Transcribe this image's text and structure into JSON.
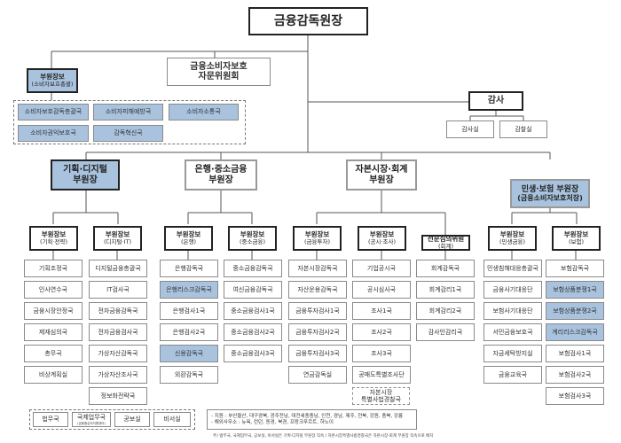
{
  "governor": "금융감독원장",
  "advisory": [
    "금융소비자보호",
    "자문위원회"
  ],
  "consumer_protection": {
    "head": [
      "부원장보",
      "(소비자보호총괄)"
    ],
    "depts": [
      "소비자보호감독총괄국",
      "소비자피해예방국",
      "소비자소통국",
      "소비자권익보호국",
      "감독혁신국"
    ]
  },
  "auditor": {
    "title": "감사",
    "units": [
      "감사실",
      "감찰실"
    ]
  },
  "vice_governors": [
    {
      "label": [
        "기획·디지털",
        "부원장"
      ]
    },
    {
      "label": [
        "은행·중소금융",
        "부원장"
      ]
    },
    {
      "label": [
        "자본시장·회계",
        "부원장"
      ]
    },
    {
      "label": [
        "민생·보험 부원장",
        "(금융소비자보호처장)"
      ]
    }
  ],
  "deputies": [
    {
      "title": "부원장보",
      "sub": "(기획·전략)",
      "depts": [
        "기획조정국",
        "인사연수국",
        "금융시장안정국",
        "제재심의국",
        "총무국",
        "비상계획실"
      ]
    },
    {
      "title": "부원장보",
      "sub": "(디지털·IT)",
      "depts": [
        "디지털금융총괄국",
        "IT검사국",
        "전자금융감독국",
        "전자금융검사국",
        "가상자산감독국",
        "가상자산조사국",
        "정보화전략국"
      ]
    },
    {
      "title": "부원장보",
      "sub": "(은행)",
      "depts": [
        "은행감독국",
        "은행리스크감독국",
        "은행검사1국",
        "은행검사2국",
        "신용감독국",
        "외환감독국"
      ],
      "highlight": [
        1,
        4
      ]
    },
    {
      "title": "부원장보",
      "sub": "(중소금융)",
      "depts": [
        "중소금융감독국",
        "여신금융감독국",
        "중소금융검사1국",
        "중소금융검사2국",
        "중소금융검사3국"
      ]
    },
    {
      "title": "부원장보",
      "sub": "(금융투자)",
      "depts": [
        "자본시장감독국",
        "자산운용감독국",
        "금융투자검사1국",
        "금융투자검사2국",
        "금융투자검사3국",
        "연금감독실"
      ]
    },
    {
      "title": "부원장보",
      "sub": "(공시·조사)",
      "depts": [
        "기업공시국",
        "공시심사국",
        "조사1국",
        "조사2국",
        "조사3국",
        "공매도특별조사단"
      ]
    },
    {
      "title": "전문심의위원",
      "sub": "(회계)",
      "depts": [
        "회계감독국",
        "회계감리1국",
        "회계감리2국",
        "감사인감리국"
      ]
    },
    {
      "title": "부원장보",
      "sub": "(민생금융)",
      "depts": [
        "민생침해대응총괄국",
        "금융사기대응단",
        "보험사기대응단",
        "서민금융보호국",
        "자금세탁방지실",
        "금융교육국"
      ]
    },
    {
      "title": "부원장보",
      "sub": "(보험)",
      "depts": [
        "보험감독국",
        "보험상품분쟁1국",
        "보험상품분쟁2국",
        "계리리스크감독국",
        "보험검사1국",
        "보험검사2국",
        "보험검사3국"
      ],
      "highlight": [
        1,
        2,
        3
      ]
    }
  ],
  "special_police": [
    "자본시장",
    "특별사법경찰국"
  ],
  "direct_units": [
    "법무국",
    "국제업무국",
    "공보실",
    "비서실"
  ],
  "direct_units_sub": "(금융중심지지원센터)",
  "offices": {
    "branches": "- 지원 : 부산울산, 대구경북, 광주전남, 대전세종충남, 인천, 경남, 제주, 전북, 강원, 충북, 강릉",
    "overseas": "- 해외사무소 : 뉴욕, 런던, 동경, 북경, 프랑크푸르트, 하노이"
  },
  "footnote": "주) 법무국, 국제업무국, 공보실, 비서실은 기획·디지털 부원장 직속 / 자본시장특별사법경찰국은 자본시장·회계 부원장 직속으로 배치",
  "colors": {
    "highlight": "#a9c3df",
    "border": "#8a8a8a"
  }
}
